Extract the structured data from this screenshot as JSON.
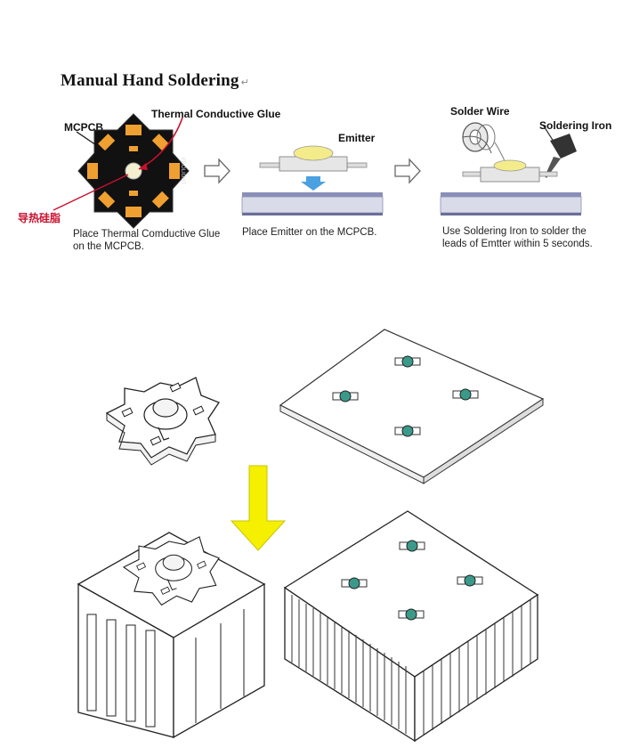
{
  "title": "Manual Hand Soldering",
  "title_mark": "↵",
  "step1": {
    "label_mcpcb": "MCPCB",
    "label_glue": "Thermal Conductive Glue",
    "label_cn": "导热硅脂",
    "board_text": "PROLIGHT",
    "caption_line1": "Place Thermal Comductive Glue",
    "caption_line2": "on the MCPCB."
  },
  "step2": {
    "label_emitter": "Emitter",
    "caption": "Place Emitter on the MCPCB."
  },
  "step3": {
    "label_wire": "Solder Wire",
    "label_iron": "Soldering Iron",
    "caption_line1": "Use Soldering Iron to solder the",
    "caption_line2": "leads of Emtter within 5 seconds."
  },
  "colors": {
    "board_black": "#111111",
    "pad_orange": "#f0a030",
    "arrow_red": "#c8102e",
    "emitter_yellow": "#f4ec8a",
    "down_arrow_yellow": "#f5f000",
    "led_teal": "#3a9a8a",
    "blue_arrow": "#4aa0e0"
  },
  "icons": {
    "step_arrow": "hollow-right-arrow",
    "down_arrow": "yellow-down-arrow"
  }
}
